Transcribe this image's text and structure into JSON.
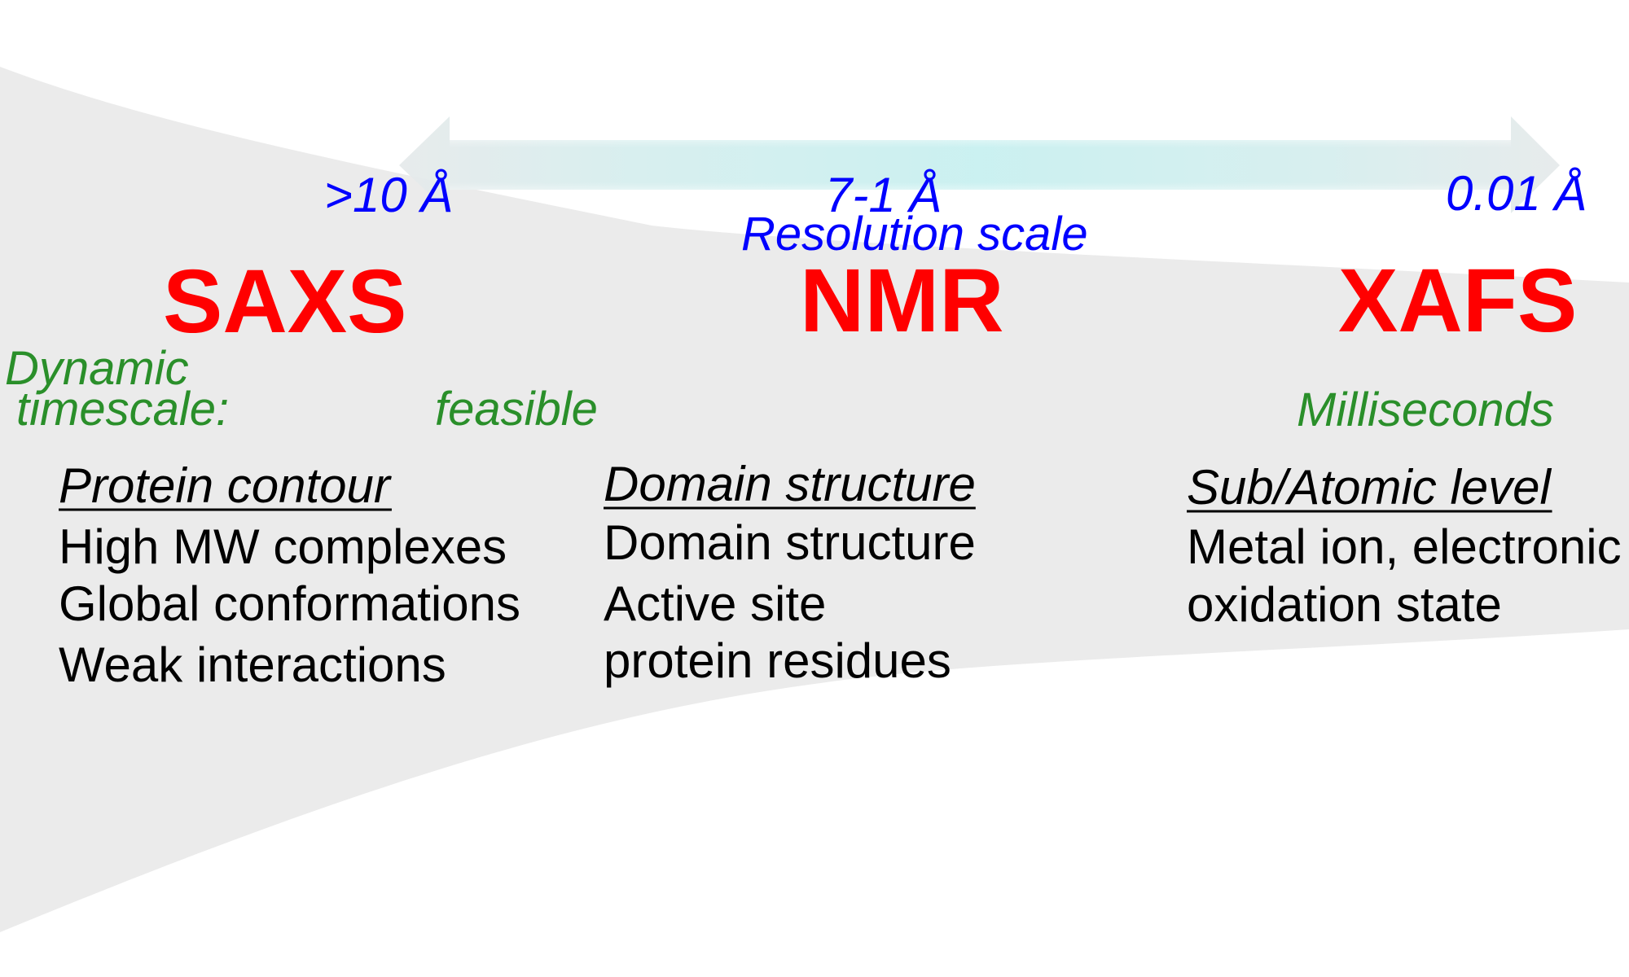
{
  "colors": {
    "background": "#ffffff",
    "funnel_fill": "#ebebeb",
    "method": "#ff0000",
    "resolution": "#0000ff",
    "timescale": "#2a8f2a",
    "body_text": "#000000",
    "arrow_end": "#e6eaeb",
    "arrow_mid": "#c8f0f0"
  },
  "resolution": {
    "title": "Resolution scale",
    "low": ">10 Å",
    "mid": "7-1 Å",
    "high": "0.01 Å"
  },
  "timescale": {
    "label_line1": "Dynamic",
    "label_line2": "timescale:",
    "saxs_value": "feasible",
    "xafs_value": "Milliseconds"
  },
  "methods": [
    {
      "name": "SAXS",
      "header": "Protein contour",
      "items": [
        "High MW complexes",
        "Global conformations",
        "Weak interactions"
      ]
    },
    {
      "name": "NMR",
      "header": "Domain structure",
      "items": [
        "Domain structure",
        "Active site",
        "protein residues"
      ]
    },
    {
      "name": "XAFS",
      "header": "Sub/Atomic level",
      "items": [
        "Metal ion, electronic",
        "oxidation state"
      ]
    }
  ]
}
